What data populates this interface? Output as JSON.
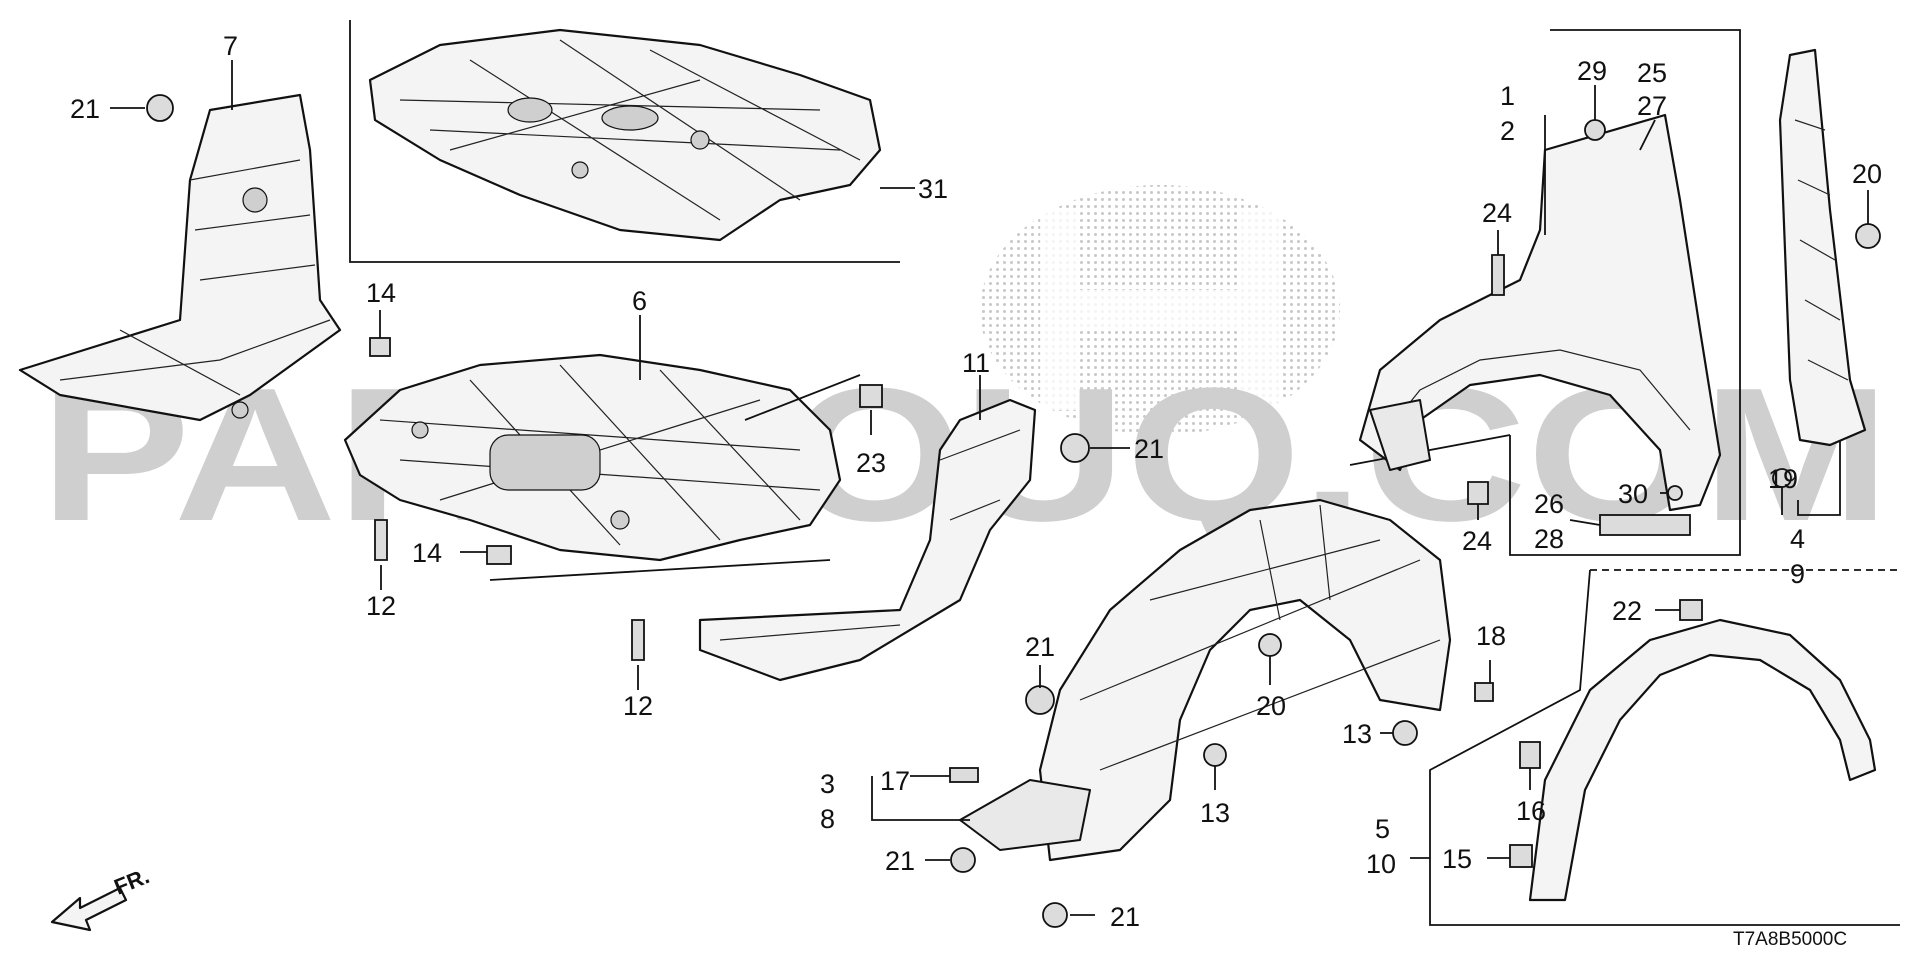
{
  "watermark": {
    "text": "PARTSOUQ.COM"
  },
  "direction_label": "FR.",
  "diagram_code": "T7A8B5000C",
  "callouts": {
    "c1": "1",
    "c2": "2",
    "c3": "3",
    "c4": "4",
    "c5": "5",
    "c6": "6",
    "c7": "7",
    "c8": "8",
    "c9": "9",
    "c10": "10",
    "c11": "11",
    "c12a": "12",
    "c12b": "12",
    "c13a": "13",
    "c13b": "13",
    "c14a": "14",
    "c14b": "14",
    "c15": "15",
    "c16": "16",
    "c17": "17",
    "c18": "18",
    "c19": "19",
    "c20a": "20",
    "c20b": "20",
    "c21a": "21",
    "c21b": "21",
    "c21c": "21",
    "c21d": "21",
    "c21e": "21",
    "c22": "22",
    "c23": "23",
    "c24a": "24",
    "c24b": "24",
    "c25": "25",
    "c26": "26",
    "c27": "27",
    "c28": "28",
    "c29": "29",
    "c30": "30",
    "c31": "31"
  }
}
